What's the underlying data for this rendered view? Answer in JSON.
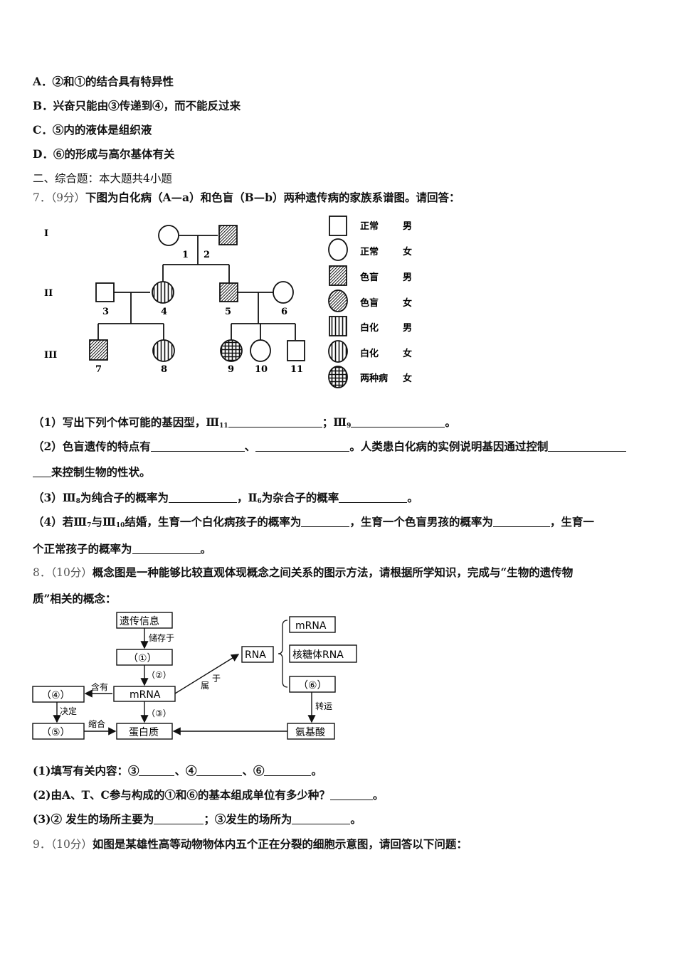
{
  "options": {
    "a": "A．②和①的结合具有特异性",
    "b": "B．兴奋只能由③传递到④，而不能反过来",
    "c": "C．⑤内的液体是组织液",
    "d": "D．⑥的形成与高尔基体有关"
  },
  "section_title": "二、综合题：本大题共4小题",
  "q7": {
    "number": "7．",
    "score": "（9分）",
    "stem": "下图为白化病（A—a）和色盲（B—b）两种遗传病的家族系谱图。请回答：",
    "pedigree": {
      "generations": [
        "I",
        "II",
        "III"
      ],
      "ids": [
        "1",
        "2",
        "3",
        "4",
        "5",
        "6",
        "7",
        "8",
        "9",
        "10",
        "11"
      ],
      "legend": [
        {
          "icon": "normal-male-icon",
          "label1": "正常",
          "label2": "男"
        },
        {
          "icon": "normal-female-icon",
          "label1": "正常",
          "label2": "女"
        },
        {
          "icon": "colorblind-male-icon",
          "label1": "色盲",
          "label2": "男"
        },
        {
          "icon": "colorblind-female-icon",
          "label1": "色盲",
          "label2": "女"
        },
        {
          "icon": "albino-male-icon",
          "label1": "白化",
          "label2": "男"
        },
        {
          "icon": "albino-female-icon",
          "label1": "白化",
          "label2": "女"
        },
        {
          "icon": "both-diseases-female-icon",
          "label1": "两种病",
          "label2": "女"
        }
      ]
    },
    "sub1": {
      "a": "（1）写出下列个体可能的基因型，Ⅲ",
      "s1": "11",
      "b": "；Ⅲ",
      "s2": "9",
      "c": "。"
    },
    "sub2": {
      "a": "（2）色盲遗传的特点有",
      "b": "、",
      "c": "。人类患白化病的实例说明基因通过控制",
      "d": "来控制生物的性状。"
    },
    "sub3": {
      "a": "（3）Ⅲ",
      "s1": "8",
      "b": "为纯合子的概率为",
      "c": "，Ⅱ",
      "s2": "6",
      "d": "为杂合子的概率",
      "e": "。"
    },
    "sub4": {
      "a": "（4）若Ⅲ",
      "s1": "7",
      "b": "与Ⅲ",
      "s2": "10",
      "c": "结婚，生育一个白化病孩子的概率为",
      "d": "，生育一个色盲男孩的概率为",
      "e": "，生育一",
      "f": "个正常孩子的概率为",
      "g": "。"
    }
  },
  "q8": {
    "number": "8．",
    "score": "（10分）",
    "stem1": "概念图是一种能够比较直观体现概念之间关系的图示方法，请根据所学知识，完成与“生物的遗传物",
    "stem2": "质”相关的概念：",
    "concept_map": {
      "genetic_info": "遗传信息",
      "store": "储存于",
      "box1": "（①）",
      "arrow2": "（②）",
      "mrna_center": "mRNA",
      "arrow3": "（③）",
      "box4": "（④）",
      "contain": "含有",
      "decide": "决定",
      "box5": "（⑤）",
      "condense": "缩合",
      "protein": "蛋白质",
      "belong1": "属",
      "belong2": "于",
      "rna": "RNA",
      "mrna_right": "mRNA",
      "rrna": "核糖体RNA",
      "box6": "（⑥）",
      "transport": "转运",
      "amino_acid": "氨基酸"
    },
    "sub1": {
      "a": "(1)填写有关内容：③",
      "b": "、④",
      "c": "、⑥",
      "d": "。"
    },
    "sub2": {
      "a": "(2)由A、T、C参与构成的①和⑥的基本组成单位有多少种？",
      "b": "。"
    },
    "sub3": {
      "a": "(3)② 发生的场所主要为",
      "b": "；③发生的场所为",
      "c": "。"
    }
  },
  "q9": {
    "number": "9．",
    "score": "（10分）",
    "stem": "如图是某雄性高等动物物体内五个正在分裂的细胞示意图，请回答以下问题："
  }
}
